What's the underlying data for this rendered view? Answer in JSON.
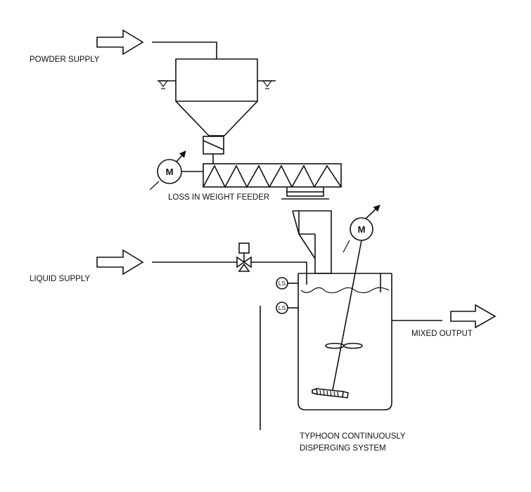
{
  "labels": {
    "powder_supply": "POWDER SUPPLY",
    "liquid_supply": "LIQUID SUPPLY",
    "feeder": "LOSS IN WEIGHT FEEDER",
    "mixed_output": "MIXED OUTPUT",
    "system_line1": "TYPHOON CONTINUOUSLY",
    "system_line2": "DISPERGING SYSTEM"
  },
  "motors": {
    "feeder_motor": "M",
    "mixer_motor": "M"
  },
  "level_switches": {
    "upper": "LS",
    "lower": "LS"
  }
}
